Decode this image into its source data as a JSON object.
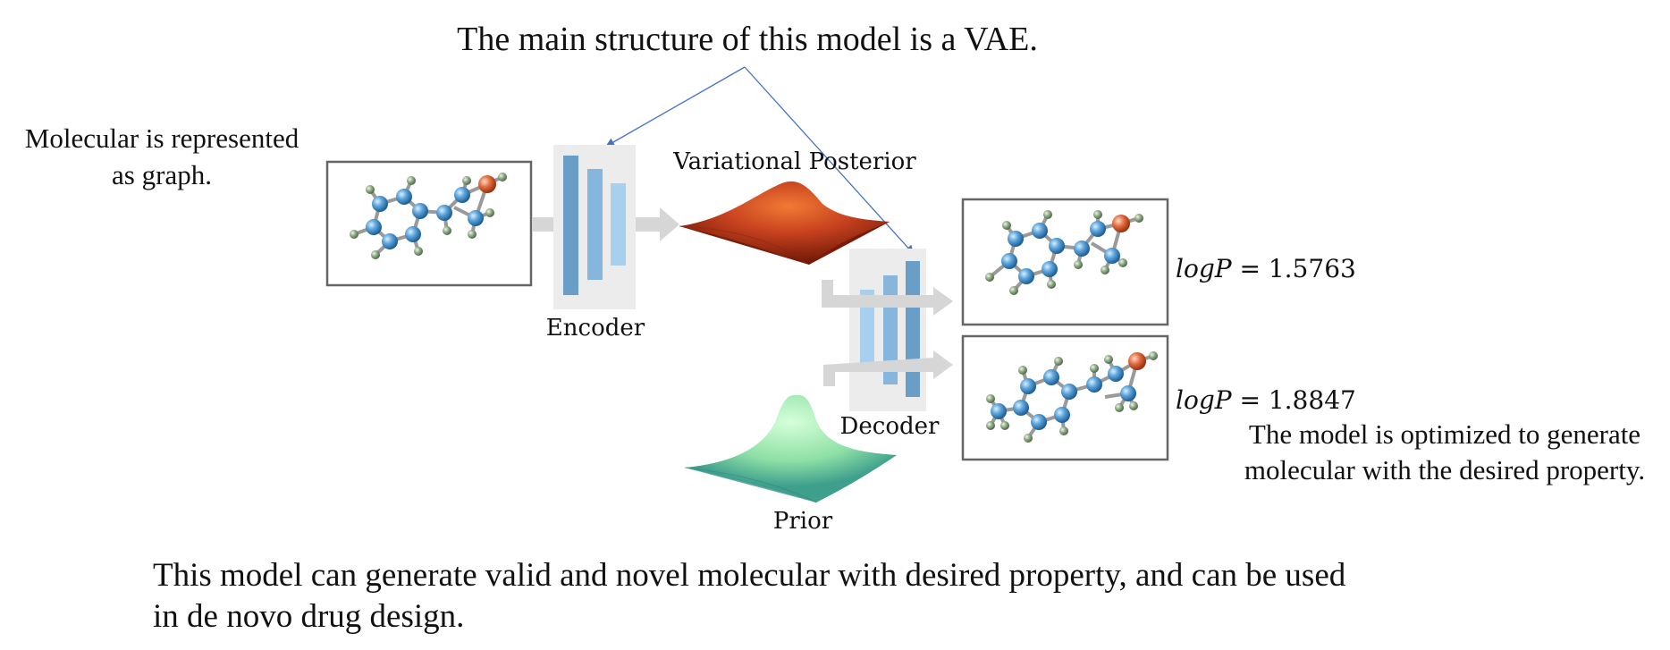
{
  "title": "The main structure of this model is a VAE.",
  "left_note": [
    "Molecular is represented",
    "as graph."
  ],
  "labels": {
    "encoder": "Encoder",
    "decoder": "Decoder",
    "posterior": "Variational Posterior",
    "prior": "Prior"
  },
  "outputs": [
    {
      "symbol": "logP",
      "value": "= 1.5763"
    },
    {
      "symbol": "logP",
      "value": "= 1.8847"
    }
  ],
  "right_note": [
    "The model is optimized to generate",
    "molecular with the desired property."
  ],
  "bottom_note": [
    "This model can generate valid and novel molecular with desired property, and can be used",
    "in de novo drug design."
  ],
  "colors": {
    "arrow": "#4472c4",
    "box_border": "#666666",
    "layer_dark": "#6a9ec6",
    "layer_mid": "#86b6dc",
    "layer_light": "#a6d0ee",
    "atom_c": "#5ea6dc",
    "atom_h": "#8fab88",
    "atom_o": "#e06a3c",
    "posterior": "#c8421f",
    "prior": "#7fdba0"
  }
}
